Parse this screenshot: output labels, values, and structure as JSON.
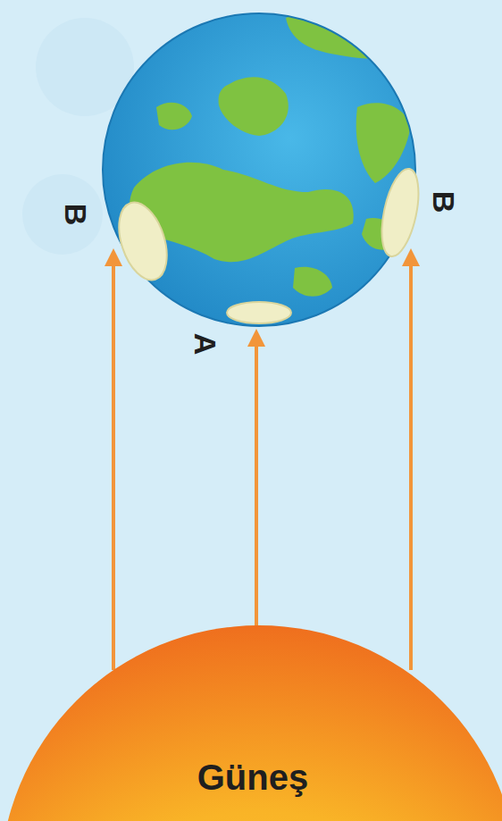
{
  "diagram": {
    "nodes": [
      {
        "text": [
          "Güneş"
        ]
      }
    ],
    "labels": [
      "B",
      "A",
      "B"
    ]
  }
}
